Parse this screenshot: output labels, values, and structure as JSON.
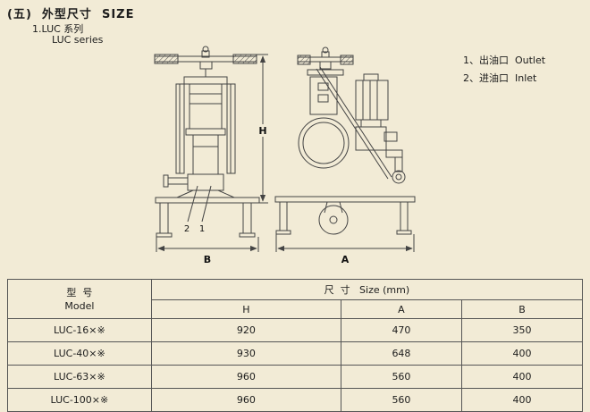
{
  "colors": {
    "background": "#f2ebd6",
    "ink": "#1c1c1c",
    "line": "#444444"
  },
  "page": {
    "title": "(五)  外型尺寸  SIZE",
    "series_cn": "1.LUC 系列",
    "series_en": "LUC series"
  },
  "legend": {
    "item1": "1、出油口  Outlet",
    "item2": "2、进油口  Inlet"
  },
  "drawing": {
    "dim_h": "H",
    "dim_a": "A",
    "dim_b": "B",
    "callout_1": "1",
    "callout_2": "2"
  },
  "table": {
    "model_header_cn": "型  号",
    "model_header_en": "Model",
    "size_header": "尺  寸   Size (mm)",
    "columns": {
      "h": "H",
      "a": "A",
      "b": "B"
    },
    "rows": [
      {
        "model": "LUC-16×※",
        "h": "920",
        "a": "470",
        "b": "350"
      },
      {
        "model": "LUC-40×※",
        "h": "930",
        "a": "648",
        "b": "400"
      },
      {
        "model": "LUC-63×※",
        "h": "960",
        "a": "560",
        "b": "400"
      },
      {
        "model": "LUC-100×※",
        "h": "960",
        "a": "560",
        "b": "400"
      }
    ]
  }
}
